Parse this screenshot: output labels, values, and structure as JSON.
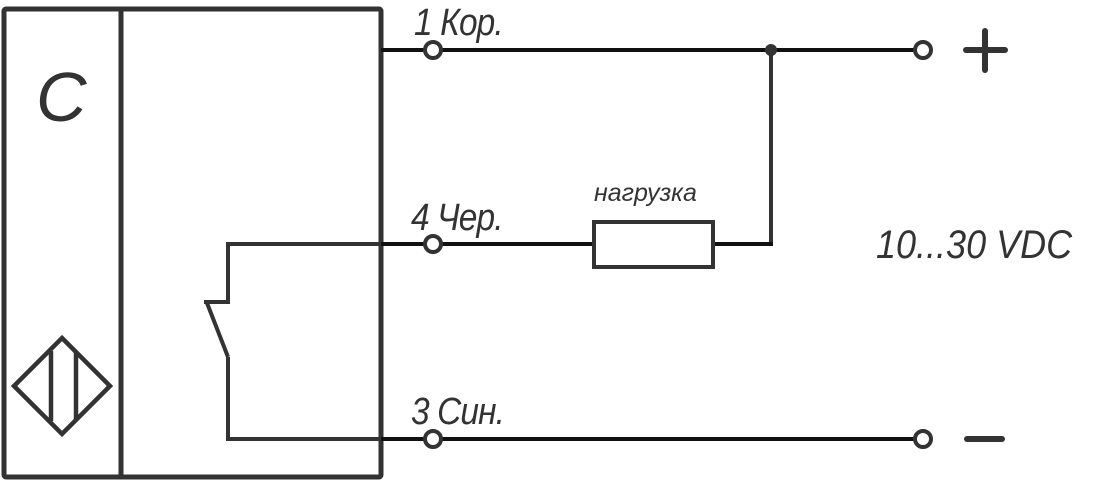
{
  "sensor": {
    "type_letter": "C",
    "symbol": "capacitive-sensor-icon"
  },
  "pins": [
    {
      "label": "1 Кор.",
      "role": "brown / supply +"
    },
    {
      "label": "4 Чер.",
      "role": "black / output"
    },
    {
      "label": "3 Син.",
      "role": "blue / supply -"
    }
  ],
  "load": {
    "label": "нагрузка"
  },
  "supply": {
    "plus": "+",
    "minus": "−",
    "voltage": "10...30 VDC"
  },
  "colors": {
    "stroke": "#333333",
    "wire": "#111111",
    "background": "#ffffff"
  }
}
